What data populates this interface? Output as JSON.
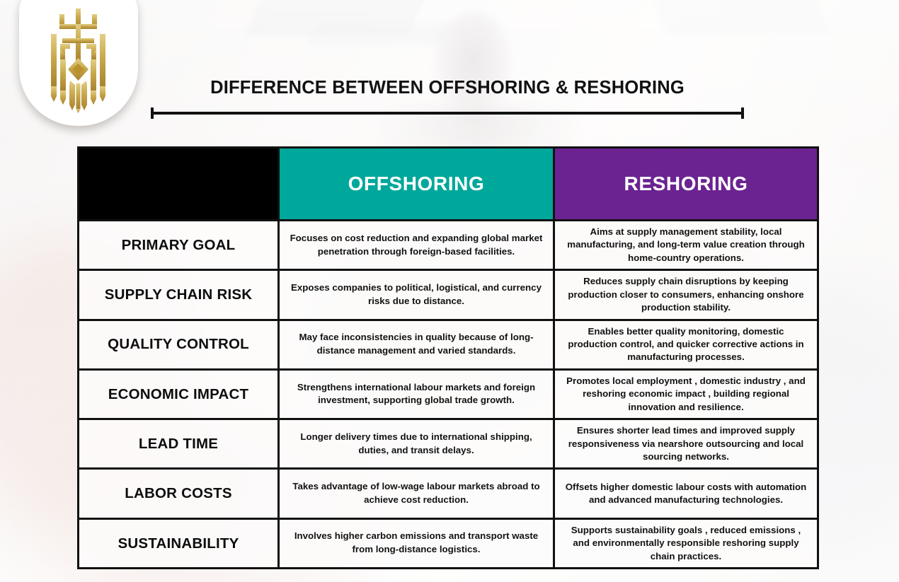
{
  "header": {
    "title": "DIFFERENCE BETWEEN OFFSHORING & RESHORING",
    "logo_icon": "gold-crest-emblem-icon"
  },
  "colors": {
    "offshoring_header_bg": "#00a79b",
    "reshoring_header_bg": "#6b2391",
    "blank_header_bg": "#000000",
    "border": "#111111",
    "title_text": "#111111",
    "logo_gold": "#c9a84c"
  },
  "table": {
    "columns": [
      "",
      "OFFSHORING",
      "RESHORING"
    ],
    "rows": [
      {
        "label": "PRIMARY GOAL",
        "offshoring": "Focuses on cost reduction and expanding global market penetration through foreign-based facilities.",
        "reshoring": "Aims at supply management stability, local manufacturing, and long-term value creation through home-country operations."
      },
      {
        "label": "SUPPLY CHAIN RISK",
        "offshoring": "Exposes companies to political, logistical, and currency risks due to distance.",
        "reshoring": "Reduces supply chain disruptions by keeping production closer to consumers, enhancing onshore production stability."
      },
      {
        "label": "QUALITY CONTROL",
        "offshoring": "May face inconsistencies in quality because of long-distance management and varied standards.",
        "reshoring": "Enables better quality monitoring, domestic production control, and quicker corrective actions in manufacturing processes."
      },
      {
        "label": "ECONOMIC IMPACT",
        "offshoring": "Strengthens international labour markets and foreign investment, supporting global trade growth.",
        "reshoring": "Promotes local employment , domestic industry , and reshoring economic impact , building regional innovation and resilience."
      },
      {
        "label": "LEAD TIME",
        "offshoring": "Longer delivery times due to international shipping, duties, and transit delays.",
        "reshoring": "Ensures shorter lead times and improved supply responsiveness via nearshore outsourcing and local sourcing networks."
      },
      {
        "label": "LABOR COSTS",
        "offshoring": "Takes advantage of low-wage labour markets abroad to achieve cost reduction.",
        "reshoring": "Offsets higher domestic labour costs with automation and advanced manufacturing technologies."
      },
      {
        "label": "SUSTAINABILITY",
        "offshoring": "Involves higher carbon emissions and transport waste from long-distance logistics.",
        "reshoring": "Supports sustainability goals , reduced emissions , and environmentally responsible reshoring supply chain practices."
      }
    ]
  }
}
